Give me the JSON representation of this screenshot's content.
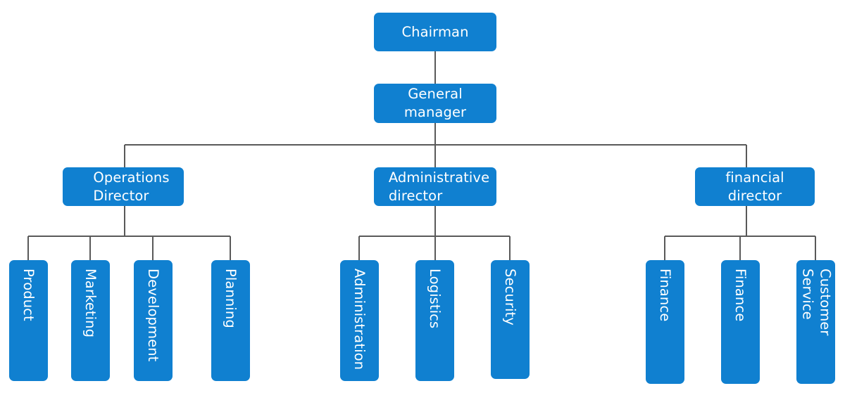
{
  "theme": {
    "node_fill": "#1080d0",
    "node_text": "#ffffff",
    "connector": "#595959",
    "background": "#ffffff"
  },
  "chart_data": {
    "type": "diagram",
    "diagram_type": "organizational-chart",
    "orientation": "top-down",
    "title": "",
    "levels": 4,
    "nodes": [
      {
        "id": "chairman",
        "label": "Chairman",
        "level": 1,
        "parent": null
      },
      {
        "id": "gm",
        "label": "General\nmanager",
        "level": 2,
        "parent": "chairman"
      },
      {
        "id": "ops",
        "label": "Operations\nDirector",
        "level": 3,
        "parent": "gm"
      },
      {
        "id": "admin",
        "label": "Administrative\ndirector",
        "level": 3,
        "parent": "gm"
      },
      {
        "id": "fin",
        "label": "financial director",
        "level": 3,
        "parent": "gm"
      },
      {
        "id": "product",
        "label": "Product",
        "level": 4,
        "parent": "ops"
      },
      {
        "id": "marketing",
        "label": "Marketing",
        "level": 4,
        "parent": "ops"
      },
      {
        "id": "development",
        "label": "Development",
        "level": 4,
        "parent": "ops"
      },
      {
        "id": "planning",
        "label": "Planning",
        "level": 4,
        "parent": "ops"
      },
      {
        "id": "administration",
        "label": "Administration",
        "level": 4,
        "parent": "admin"
      },
      {
        "id": "logistics",
        "label": "Logistics",
        "level": 4,
        "parent": "admin"
      },
      {
        "id": "security",
        "label": "Security",
        "level": 4,
        "parent": "admin"
      },
      {
        "id": "finance1",
        "label": "Finance",
        "level": 4,
        "parent": "fin"
      },
      {
        "id": "finance2",
        "label": "Finance",
        "level": 4,
        "parent": "fin"
      },
      {
        "id": "customer",
        "label": "Customer\nService",
        "level": 4,
        "parent": "fin"
      }
    ]
  },
  "nodes": {
    "chairman": {
      "label": "Chairman"
    },
    "general_manager": {
      "label": "General\nmanager"
    },
    "operations_director": {
      "label": "Operations\nDirector"
    },
    "administrative_director": {
      "label": "Administrative\ndirector"
    },
    "financial_director": {
      "label": "financial director"
    },
    "product": {
      "label": "Product"
    },
    "marketing": {
      "label": "Marketing"
    },
    "development": {
      "label": "Development"
    },
    "planning": {
      "label": "Planning"
    },
    "administration": {
      "label": "Administration"
    },
    "logistics": {
      "label": "Logistics"
    },
    "security": {
      "label": "Security"
    },
    "finance_1": {
      "label": "Finance"
    },
    "finance_2": {
      "label": "Finance"
    },
    "customer_service": {
      "label": "Customer\nService"
    }
  }
}
